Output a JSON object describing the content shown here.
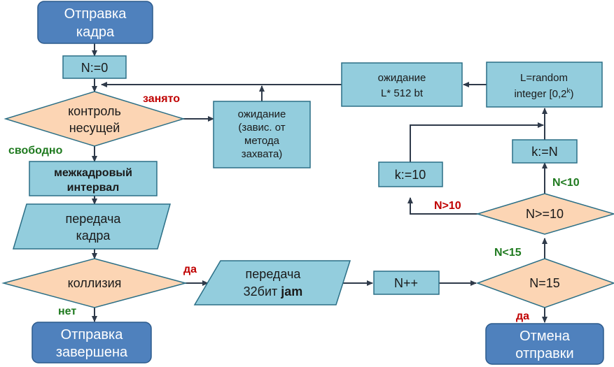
{
  "nodes": {
    "start": [
      "Отправка",
      "кадра"
    ],
    "n_init": "N:=0",
    "carrier_check": [
      "контроль",
      "несущей"
    ],
    "wait_capture": [
      "ожидание",
      "(завис. от",
      "метода",
      "захвата)"
    ],
    "interframe": [
      "межкадровый",
      "интервал"
    ],
    "frame_tx": [
      "передача",
      "кадра"
    ],
    "collision": "коллизия",
    "done": [
      "Отправка",
      "завершена"
    ],
    "jam_tx": {
      "line1": "передача",
      "line2_prefix": "32бит ",
      "line2_bold": "jam"
    },
    "n_inc": "N++",
    "n_eq_15": "N=15",
    "abort": [
      "Отмена",
      "отправки"
    ],
    "n_ge_10": "N>=10",
    "k_eq_10": "k:=10",
    "k_eq_n": "k:=N",
    "l_random": {
      "line1": "L=random",
      "line2_prefix": "integer [0,2",
      "line2_sup": "k",
      "line2_suffix": ")"
    },
    "wait_l": [
      "ожидание",
      "L* 512 bt"
    ]
  },
  "labels": {
    "busy": "занято",
    "free": "свободно",
    "collision_yes": "да",
    "collision_no": "нет",
    "n15_no": "N<15",
    "n15_yes": "да",
    "n10_yes": "N>10",
    "n10_no": "N<10"
  }
}
